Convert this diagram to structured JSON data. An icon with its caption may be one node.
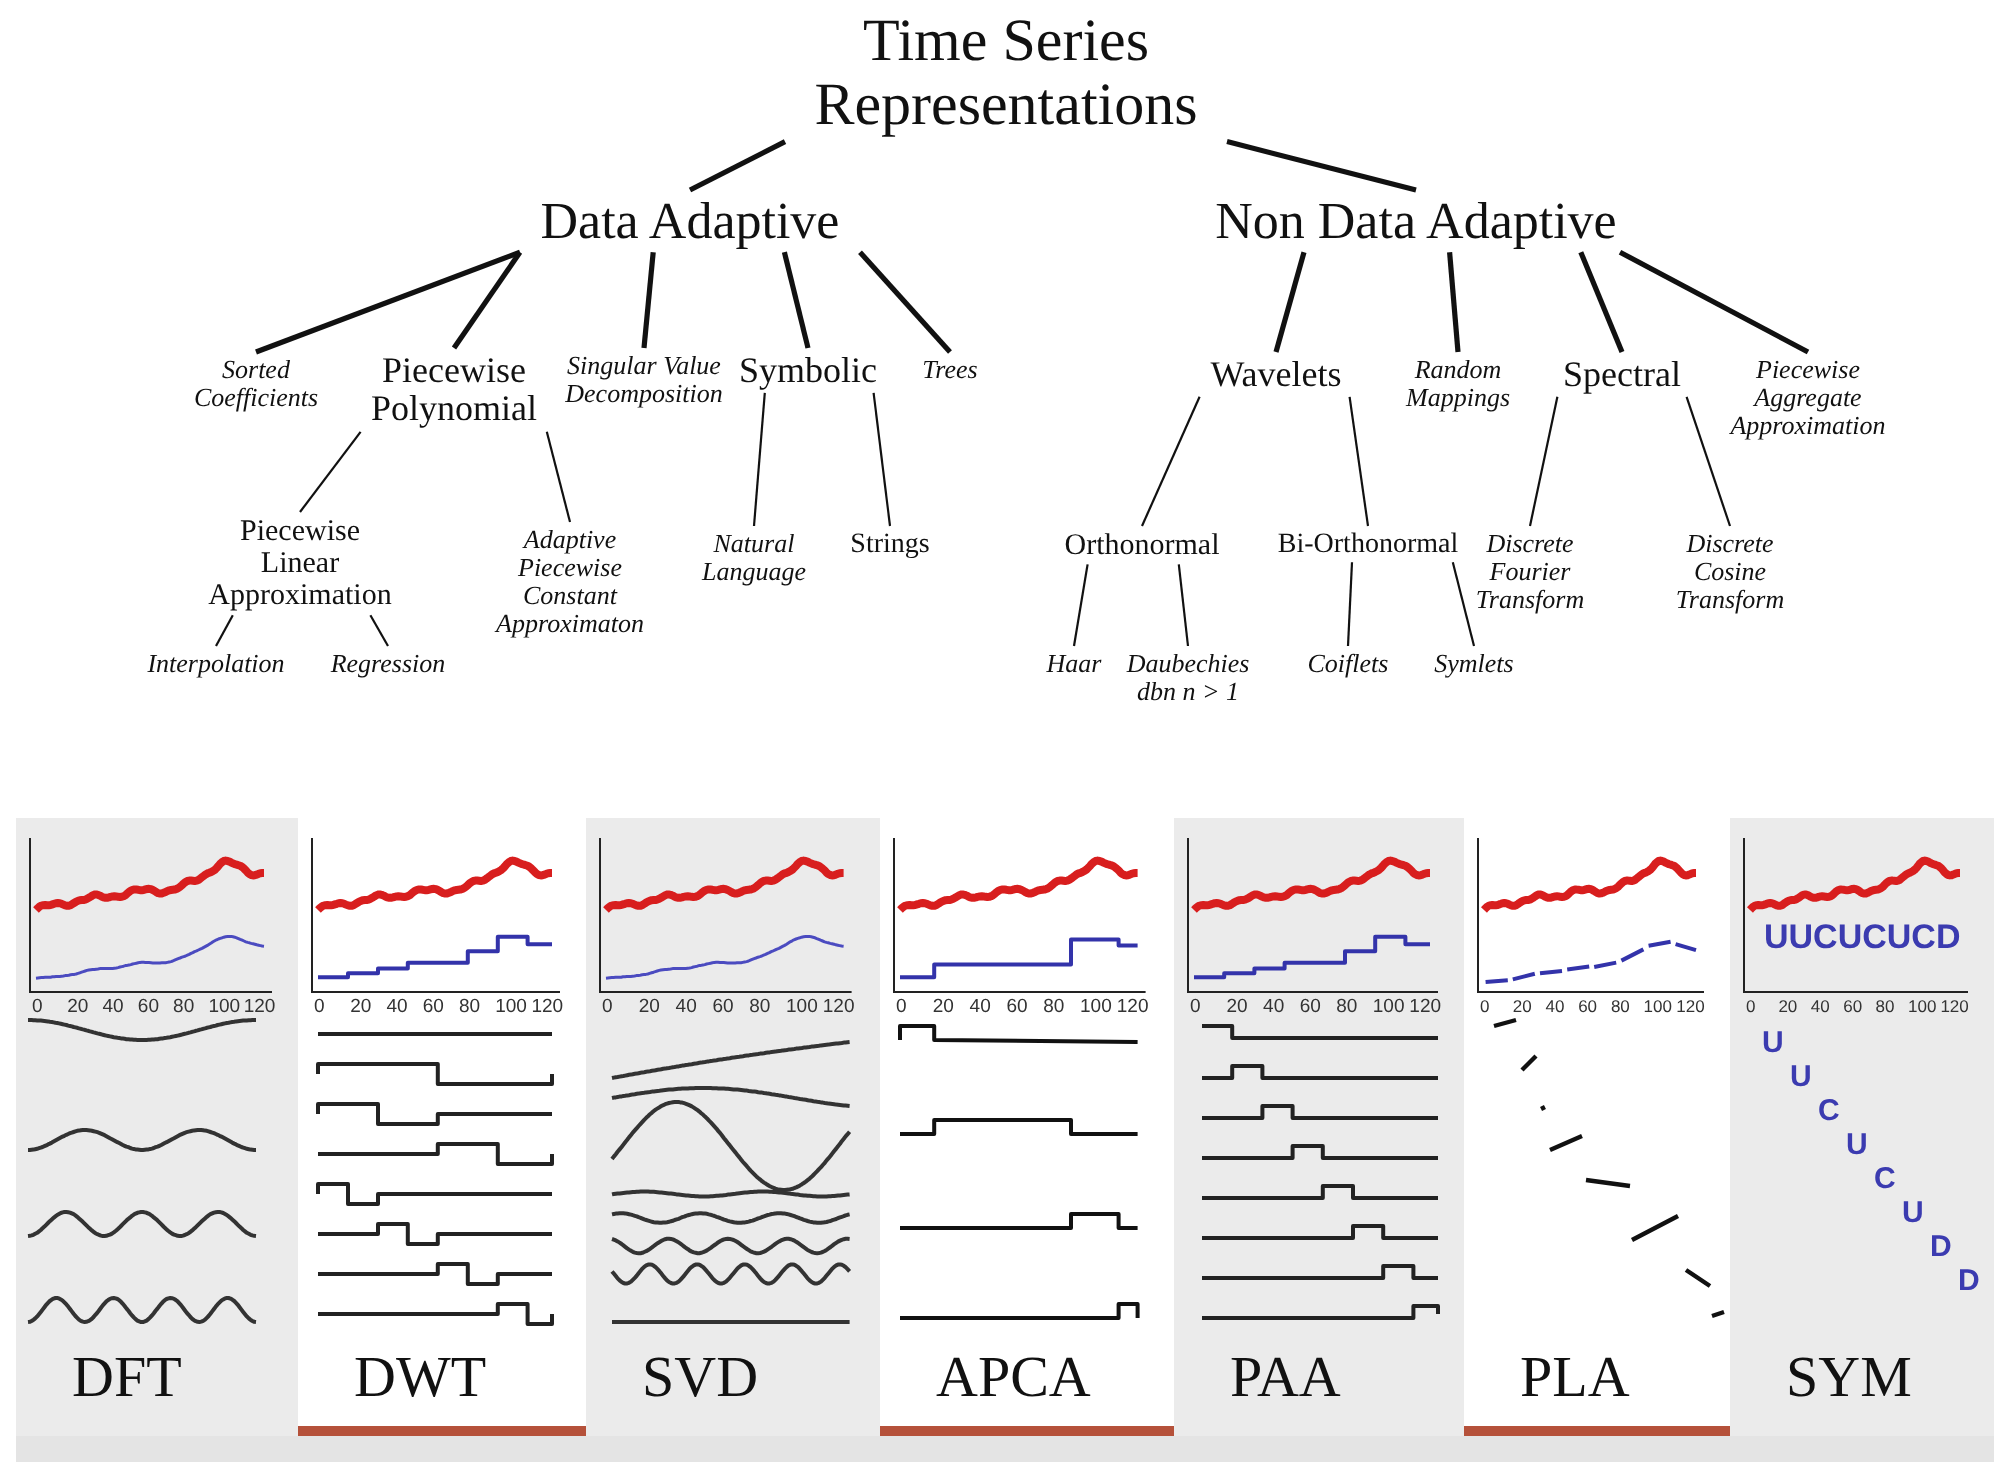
{
  "diagram": {
    "nodes": [
      {
        "text": [
          "Time Series Representations"
        ]
      },
      {
        "text": [
          "Data Adaptive"
        ]
      },
      {
        "text": [
          "Non Data Adaptive"
        ]
      },
      {
        "text": [
          "Sorted Coefficients"
        ]
      },
      {
        "text": [
          "Piecewise Polynomial"
        ]
      },
      {
        "text": [
          "Singular Value Decomposition"
        ]
      },
      {
        "text": [
          "Symbolic"
        ]
      },
      {
        "text": [
          "Trees"
        ]
      },
      {
        "text": [
          "Wavelets"
        ]
      },
      {
        "text": [
          "Random Mappings"
        ]
      },
      {
        "text": [
          "Spectral"
        ]
      },
      {
        "text": [
          "Piecewise Aggregate Approximation"
        ]
      },
      {
        "text": [
          "Piecewise Linear Approximation"
        ]
      },
      {
        "text": [
          "Adaptive Piecewise Constant Approximaton"
        ]
      },
      {
        "text": [
          "Natural Language"
        ]
      },
      {
        "text": [
          "Strings"
        ]
      },
      {
        "text": [
          "Orthonormal"
        ]
      },
      {
        "text": [
          "Bi-Orthonormal"
        ]
      },
      {
        "text": [
          "Discrete Fourier Transform"
        ]
      },
      {
        "text": [
          "Discrete Cosine Transform"
        ]
      },
      {
        "text": [
          "Interpolation"
        ]
      },
      {
        "text": [
          "Regression"
        ]
      },
      {
        "text": [
          "Haar"
        ]
      },
      {
        "text": [
          "Daubechies dbn n > 1"
        ]
      },
      {
        "text": [
          "Coiflets"
        ]
      },
      {
        "text": [
          "Symlets"
        ]
      },
      {
        "text": [
          "DFT"
        ]
      },
      {
        "text": [
          "DWT"
        ]
      },
      {
        "text": [
          "SVD"
        ]
      },
      {
        "text": [
          "APCA"
        ]
      },
      {
        "text": [
          "PAA"
        ]
      },
      {
        "text": [
          "PLA"
        ]
      },
      {
        "text": [
          "SYM"
        ]
      }
    ],
    "edges": [
      {
        "from": 0,
        "to": 1,
        "arrow": "none",
        "style": "thick"
      },
      {
        "from": 0,
        "to": 2,
        "arrow": "none",
        "style": "thick"
      },
      {
        "from": 1,
        "to": 3,
        "arrow": "none",
        "style": "thick"
      },
      {
        "from": 1,
        "to": 4,
        "arrow": "none",
        "style": "thick"
      },
      {
        "from": 1,
        "to": 5,
        "arrow": "none",
        "style": "thick"
      },
      {
        "from": 1,
        "to": 6,
        "arrow": "none",
        "style": "thick"
      },
      {
        "from": 1,
        "to": 7,
        "arrow": "none",
        "style": "thick"
      },
      {
        "from": 2,
        "to": 8,
        "arrow": "none",
        "style": "thick"
      },
      {
        "from": 2,
        "to": 9,
        "arrow": "none",
        "style": "thick"
      },
      {
        "from": 2,
        "to": 10,
        "arrow": "none",
        "style": "thick"
      },
      {
        "from": 2,
        "to": 11,
        "arrow": "none",
        "style": "thick"
      },
      {
        "from": 4,
        "to": 12,
        "arrow": "none"
      },
      {
        "from": 4,
        "to": 13,
        "arrow": "none"
      },
      {
        "from": 6,
        "to": 14,
        "arrow": "none"
      },
      {
        "from": 6,
        "to": 15,
        "arrow": "none"
      },
      {
        "from": 8,
        "to": 16,
        "arrow": "none"
      },
      {
        "from": 8,
        "to": 17,
        "arrow": "none"
      },
      {
        "from": 10,
        "to": 18,
        "arrow": "none"
      },
      {
        "from": 10,
        "to": 19,
        "arrow": "none"
      },
      {
        "from": 12,
        "to": 20,
        "arrow": "none"
      },
      {
        "from": 12,
        "to": 21,
        "arrow": "none"
      },
      {
        "from": 16,
        "to": 22,
        "arrow": "none"
      },
      {
        "from": 16,
        "to": 23,
        "arrow": "none"
      },
      {
        "from": 17,
        "to": 24,
        "arrow": "none"
      },
      {
        "from": 17,
        "to": 25,
        "arrow": "none"
      }
    ],
    "labels": [
      "0",
      "20",
      "40",
      "60",
      "80",
      "100",
      "120",
      "0",
      "20",
      "40",
      "60",
      "80",
      "100",
      "120",
      "0",
      "20",
      "40",
      "60",
      "80",
      "100",
      "120",
      "0",
      "20",
      "40",
      "60",
      "80",
      "100",
      "120",
      "0",
      "20",
      "40",
      "60",
      "80",
      "100",
      "120",
      "0",
      "20",
      "40",
      "60",
      "80",
      "100",
      "120",
      "UUCUCUCD",
      "0",
      "20",
      "40",
      "60",
      "80",
      "100",
      "120",
      "U",
      "U",
      "C",
      "U",
      "C",
      "U",
      "D",
      "D"
    ]
  }
}
